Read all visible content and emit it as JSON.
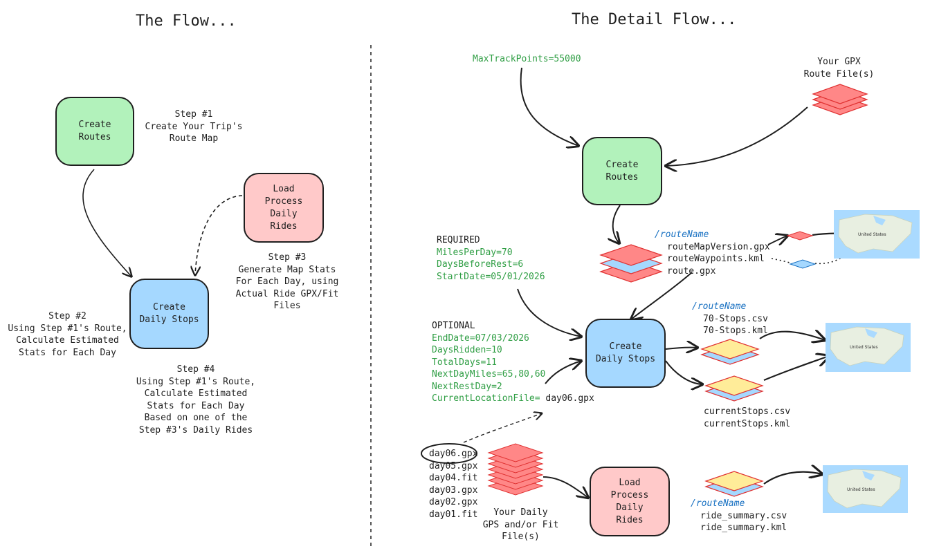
{
  "left": {
    "title": "The Flow...",
    "create_routes": "Create\nRoutes",
    "create_daily_stops": "Create\nDaily Stops",
    "load_process": "Load\nProcess\nDaily\nRides",
    "step1": [
      "Step #1",
      "Create Your Trip's",
      "Route Map"
    ],
    "step2": [
      "Step #2",
      "Using Step #1's Route,",
      "Calculate Estimated",
      "Stats for Each Day"
    ],
    "step3": [
      "Step #3",
      "Generate Map Stats",
      "For Each Day, using",
      "Actual Ride GPX/Fit",
      "Files"
    ],
    "step4": [
      "Step #4",
      "Using Step #1's Route,",
      "Calculate Estimated",
      "Stats for Each Day",
      "Based on one of the",
      "Step #3's Daily Rides"
    ]
  },
  "right": {
    "title": "The Detail Flow...",
    "max_track_points": "MaxTrackPoints=55000",
    "gpx_label": [
      "Your GPX",
      "Route File(s)"
    ],
    "create_routes": "Create\nRoutes",
    "create_daily_stops": "Create\nDaily Stops",
    "load_process": "Load\nProcess\nDaily\nRides",
    "route_output": {
      "folder": "/routeName",
      "files": [
        "routeMapVersion.gpx",
        "routeWaypoints.kml",
        "route.gpx"
      ]
    },
    "required": {
      "heading": "REQUIRED",
      "params": [
        "MilesPerDay=70",
        "DaysBeforeRest=6",
        "StartDate=05/01/2026"
      ]
    },
    "optional": {
      "heading": "OPTIONAL",
      "params": [
        "EndDate=07/03/2026",
        "DaysRidden=10",
        "TotalDays=11",
        "NextDayMiles=65,80,60",
        "NextRestDay=2"
      ],
      "current_location_key": "CurrentLocationFile=",
      "current_location_value": "day06.gpx"
    },
    "stops_output_1": {
      "folder": "/routeName",
      "files": [
        "70-Stops.csv",
        "70-Stops.kml"
      ]
    },
    "stops_output_2": {
      "files": [
        "currentStops.csv",
        "currentStops.kml"
      ]
    },
    "daily_files": [
      "day06.gpx",
      "day05.gpx",
      "day04.fit",
      "day03.gpx",
      "day02.gpx",
      "day01.fit"
    ],
    "daily_label": [
      "Your Daily",
      "GPS and/or Fit",
      "File(s)"
    ],
    "ride_output": {
      "folder": "/routeName",
      "files": [
        "ride_summary.csv",
        "ride_summary.kml"
      ]
    },
    "map_country_label": "United States"
  },
  "colors": {
    "green_node": "#b2f2bb",
    "blue_node": "#a5d8ff",
    "pink_node": "#ffc9c9",
    "param_green": "#2f9e44",
    "folder_blue": "#1971c2",
    "stack_red": "#ff8787",
    "stack_yellow": "#ffec99"
  }
}
